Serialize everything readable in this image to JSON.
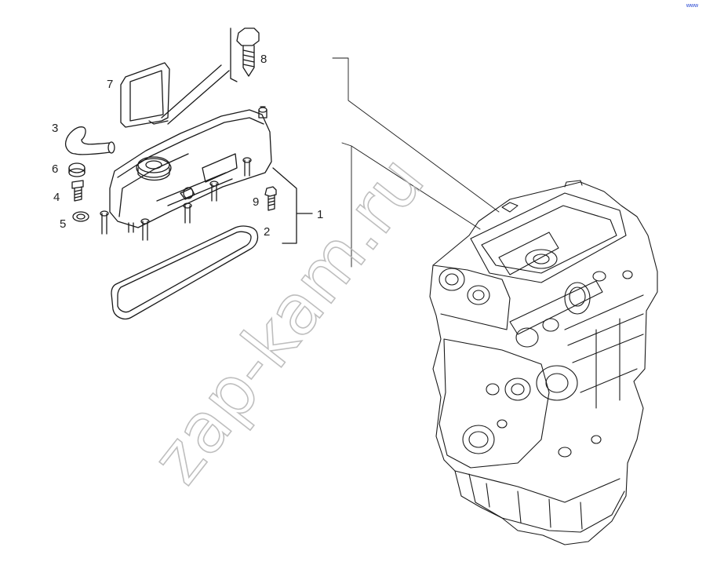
{
  "watermark": {
    "text": "zap-kam.ru"
  },
  "corner_mark": "www",
  "callouts": [
    {
      "id": "1",
      "label": "1"
    },
    {
      "id": "2",
      "label": "2"
    },
    {
      "id": "3",
      "label": "3"
    },
    {
      "id": "4",
      "label": "4"
    },
    {
      "id": "5",
      "label": "5"
    },
    {
      "id": "6",
      "label": "6"
    },
    {
      "id": "7",
      "label": "7"
    },
    {
      "id": "8",
      "label": "8"
    },
    {
      "id": "9",
      "label": "9"
    }
  ],
  "colors": {
    "line": "#1a1a1a",
    "watermark": "#b8b8b8",
    "corner_mark": "#1e3fd0"
  }
}
